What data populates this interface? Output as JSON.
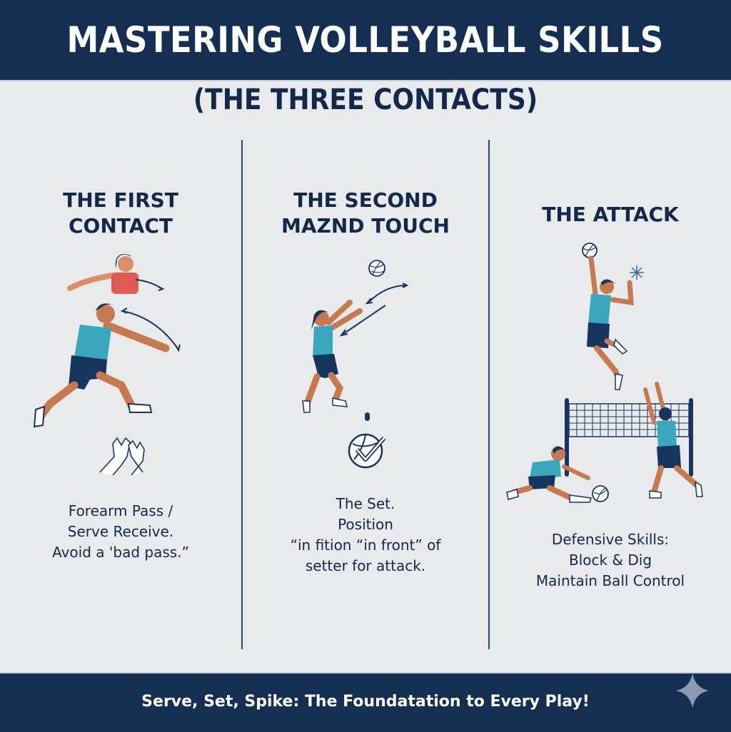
{
  "header": {
    "title": "MASTERING VOLLEYBALL SKILLS",
    "subtitle": "(THE THREE CONTACTS)"
  },
  "columns": [
    {
      "title_lines": [
        "THE FIRST",
        "CONTACT"
      ],
      "description_lines": [
        "Forearm Pass /",
        "Serve Receive.",
        "Avoid a 'bad pass.”"
      ],
      "icons": [
        "arm-swing-player-icon",
        "forearm-pass-player-icon",
        "hands-together-icon"
      ]
    },
    {
      "title_lines": [
        "THE SECOND",
        "MAZND TOUCH"
      ],
      "description_lines": [
        "The Set.",
        "Position",
        "“in fition “in front” of",
        "setter for attack."
      ],
      "icons": [
        "volleyball-icon",
        "setter-player-icon",
        "ball-checkmark-icon"
      ]
    },
    {
      "title_lines": [
        "THE ATTACK"
      ],
      "description_lines": [
        "Defensive Skills:",
        "Block & Dig",
        "Maintain Ball Control"
      ],
      "icons": [
        "spiking-player-icon",
        "impact-burst-icon",
        "volleyball-net-icon",
        "digging-player-icon",
        "blocking-player-icon"
      ]
    }
  ],
  "footer": {
    "tagline": "Serve, Set, Spike: The Foundatation to Every Play!",
    "icon": "sparkle-icon"
  },
  "colors": {
    "navy": "#142f52",
    "background": "#e8eaec",
    "jersey": "#3aa7be",
    "shorts": "#17365e",
    "skin": "#c7794f",
    "accent_red": "#e05a55",
    "sparkle": "#8a9bb0"
  }
}
